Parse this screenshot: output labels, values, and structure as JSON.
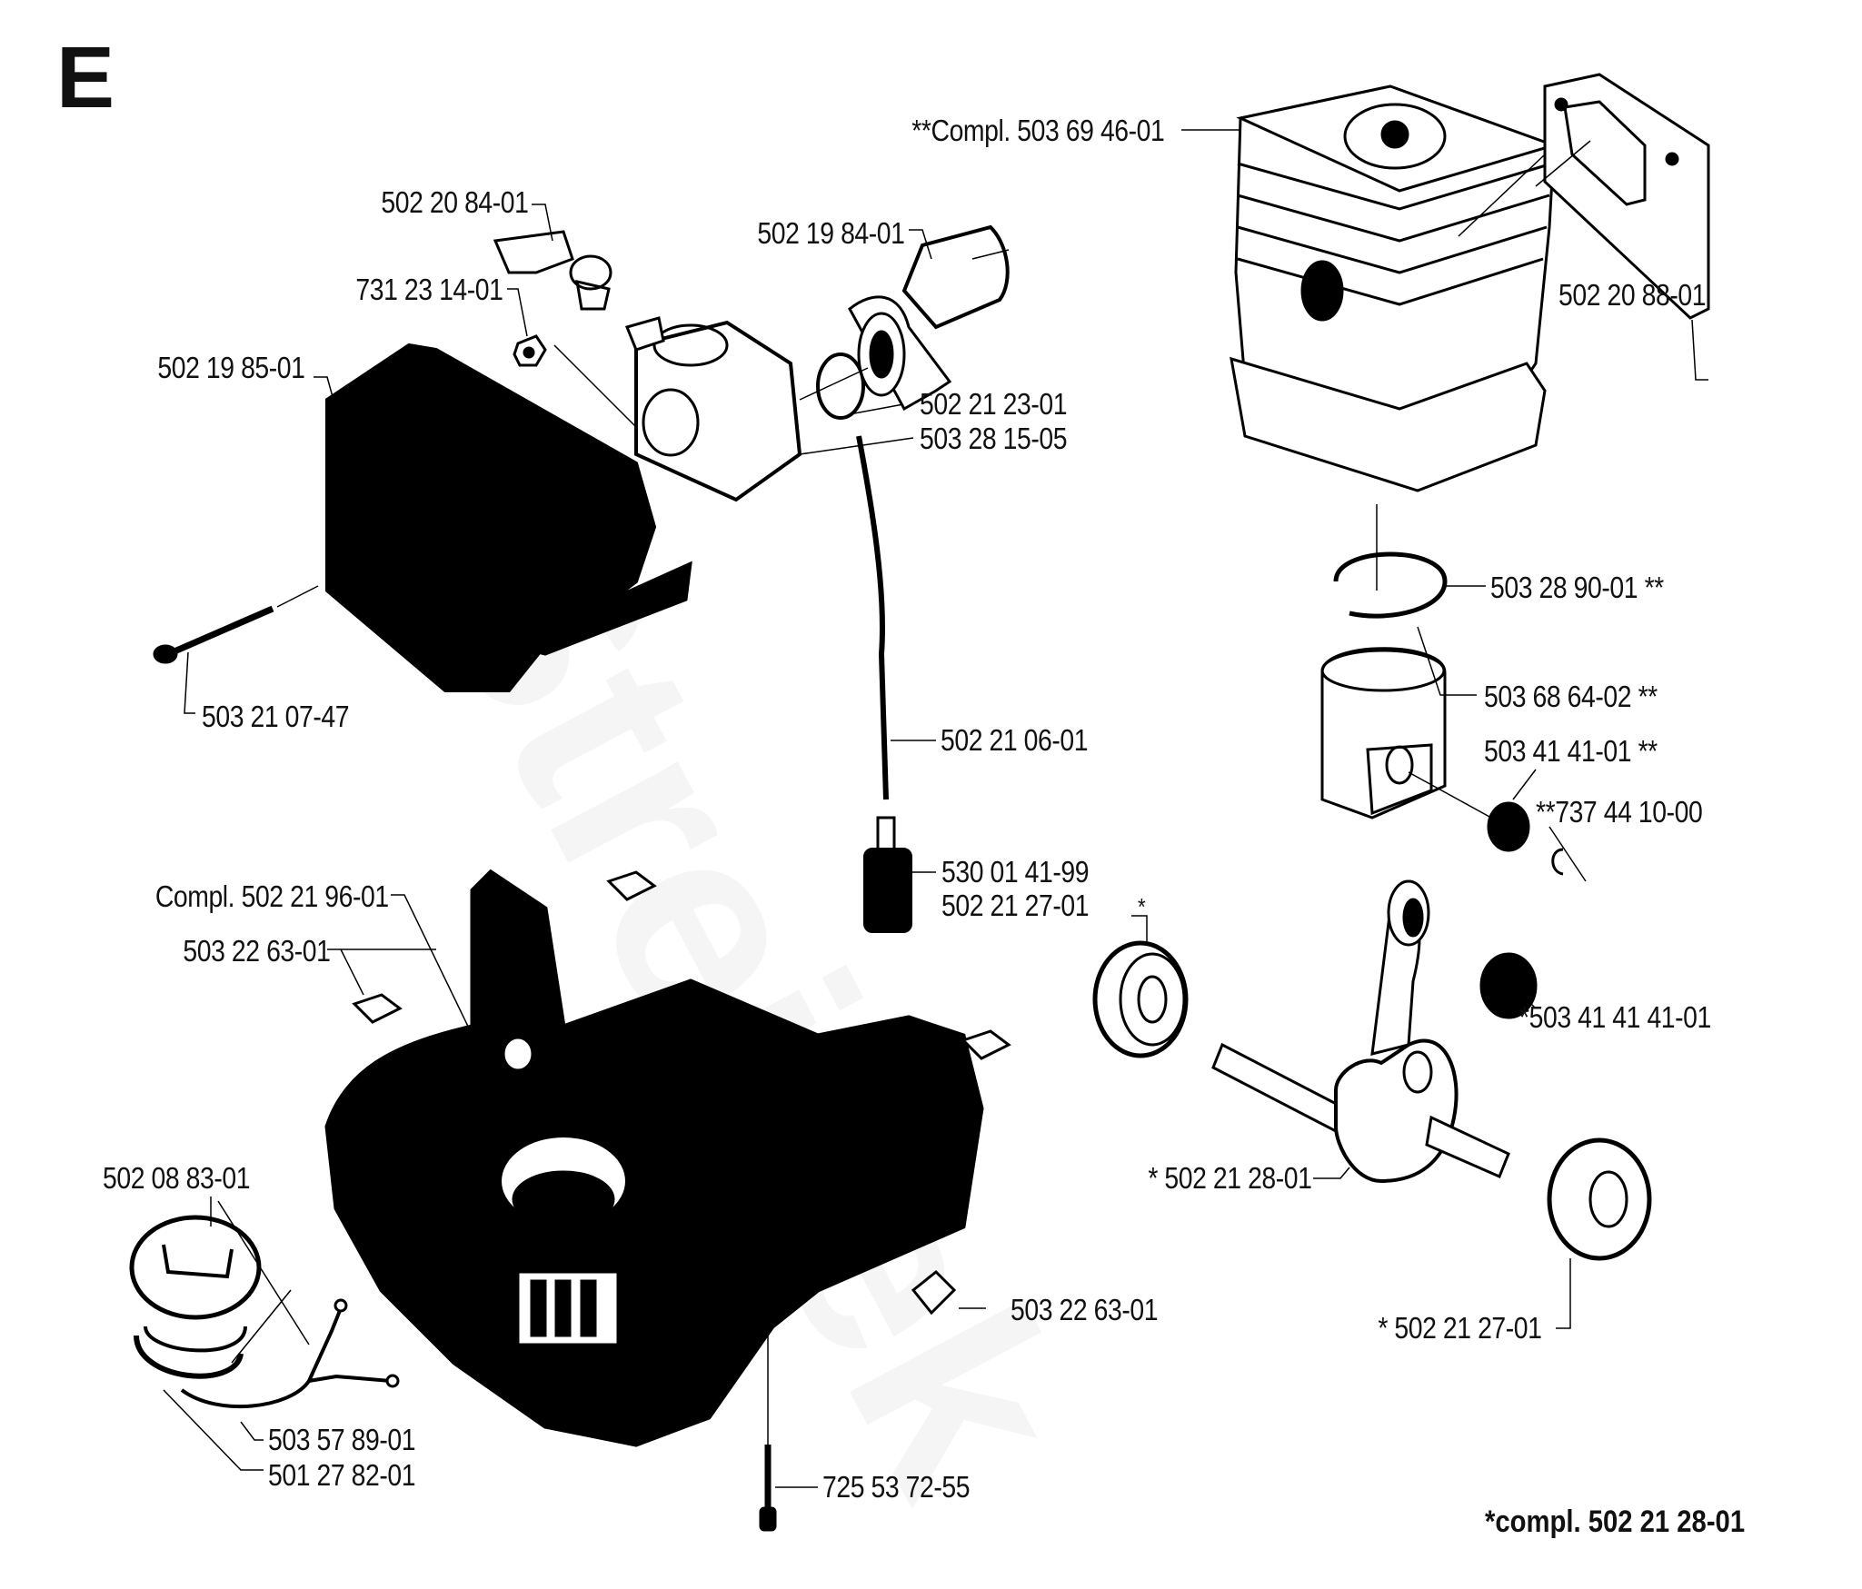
{
  "section": "E",
  "watermark": "Streicek",
  "footer_note": "*compl.  502 21 28-01",
  "labels": {
    "cylinder_compl": "**Compl. 503 69 46-01",
    "gasket_exhaust": "502 20 88-01",
    "elbow_fitting": "502 20 84-01",
    "nut": "731 23 14-01",
    "air_filter": "502 19 85-01",
    "intake_manifold": "502 19 84-01",
    "intake_ring": "502 21 23-01",
    "carburetor": "503 28 15-05",
    "screw_filter": "503 21 07-47",
    "fuel_hose": "502 21 06-01",
    "fuel_filter": "530 01 41-99",
    "bearing_left": "502 21 27-01",
    "bearing_left_mark": "*",
    "piston_ring": "503 28 90-01 **",
    "piston": "503 68 64-02 **",
    "needle_bearing_piston": "503 41 41-01 **",
    "circlip": "**737 44 10-00",
    "crankcase_compl": "Compl. 502 21 96-01",
    "clip_upper": "503 22 63-01",
    "needle_bearing_crank": "*503 41 41 41-01",
    "crankshaft": "* 502 21 28-01",
    "bearing_right": "* 502 21 27-01",
    "clip_lower": "503 22 63-01",
    "fuel_cap": "502 08 83-01",
    "cap_strap": "503 57 89-01",
    "cap_oring": "501 27 82-01",
    "crankcase_screw": "725 53 72-55"
  }
}
